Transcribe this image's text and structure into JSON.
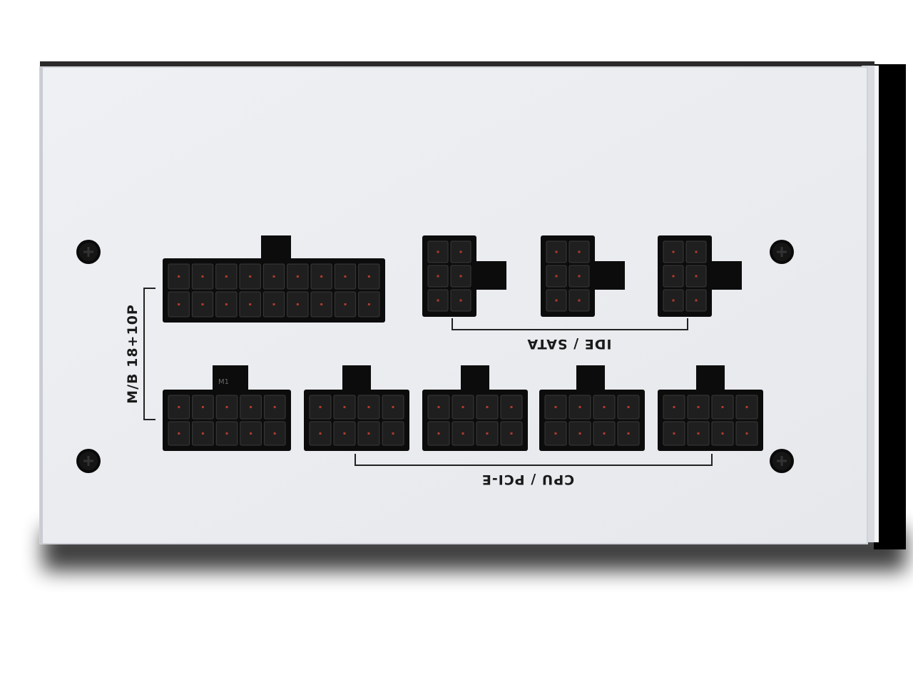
{
  "labels": {
    "motherboard": "M/B 18+10P",
    "ide_sata": "IDE / SATA",
    "cpu_pcie": "CPU / PCI-E"
  },
  "sockets": {
    "motherboard_main": {
      "rows": 2,
      "cols": 9,
      "tag": ""
    },
    "peripheral": [
      {
        "rows": 3,
        "cols": 2
      },
      {
        "rows": 3,
        "cols": 2
      },
      {
        "rows": 3,
        "cols": 2
      }
    ],
    "motherboard_aux": {
      "rows": 2,
      "cols": 5,
      "tag": "M1"
    },
    "cpu_pcie": [
      {
        "rows": 2,
        "cols": 4
      },
      {
        "rows": 2,
        "cols": 4
      },
      {
        "rows": 2,
        "cols": 4
      },
      {
        "rows": 2,
        "cols": 4
      }
    ]
  },
  "colors": {
    "panel": "#eceef2",
    "panel_edge": "#d8dbe0",
    "socket": "#0c0c0c",
    "pin_hole": "#1f1f1f",
    "pin_contact": "#b23a2a",
    "shadow": "#000000"
  }
}
